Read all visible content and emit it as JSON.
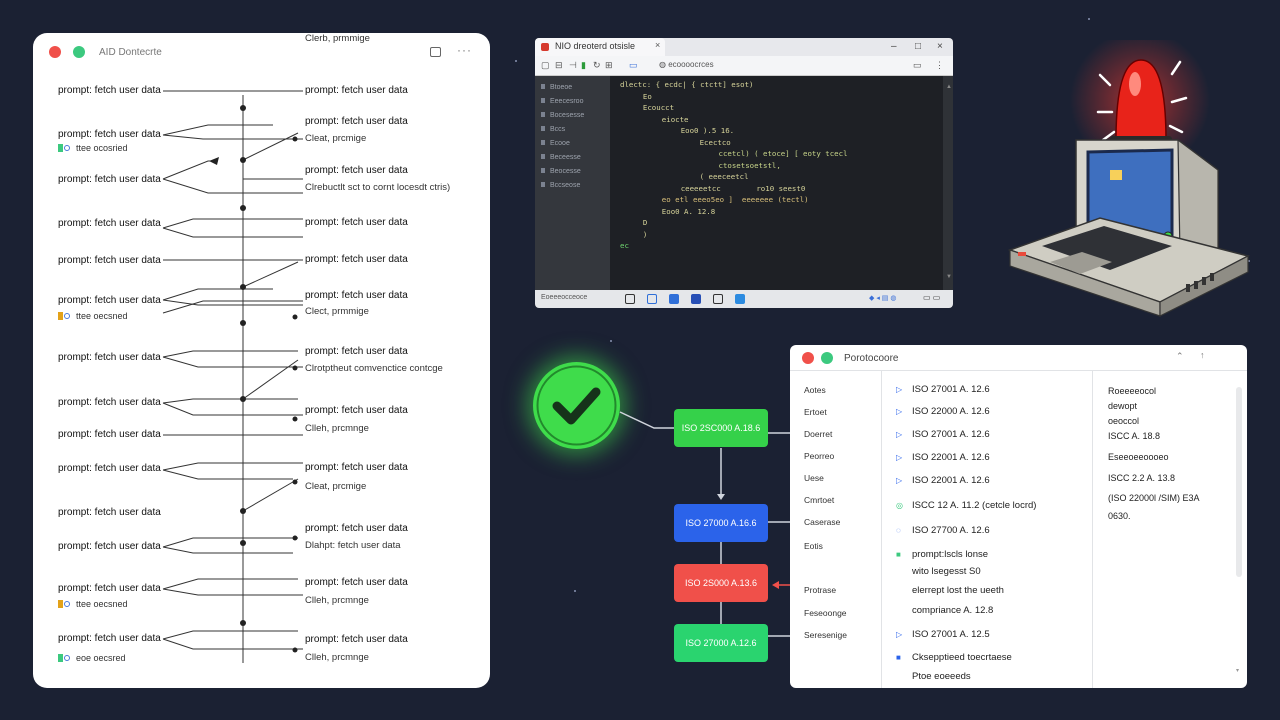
{
  "trace_window": {
    "title": "AID Dontecrte",
    "colors": {
      "close": "#f0504a",
      "mini": "#3cc97f"
    },
    "rows": [
      {
        "left": "prompt: fetch user data",
        "right": "prompt: fetch user data",
        "sub": "",
        "badge": ""
      },
      {
        "left": "prompt: fetch user data",
        "right": "prompt: fetch user data",
        "sub": "Cleat, prcmige",
        "badge": "ttee ocosried"
      },
      {
        "left": "prompt: fetch user data",
        "right": "prompt: fetch user data",
        "sub": "Clrebuctlt sct to cornt locesdt ctris)",
        "badge": ""
      },
      {
        "left": "prompt: fetch user data",
        "right": "prompt: fetch user data",
        "sub": "Clerb, prmmige",
        "badge": ""
      },
      {
        "left": "prompt: fetch user data",
        "right": "prompt: fetch user data",
        "sub": "",
        "badge": ""
      },
      {
        "left": "prompt: fetch user data",
        "right": "prompt: fetch user data",
        "sub": "Clect, prmmige",
        "badge": "ttee oecsned"
      },
      {
        "left": "prompt: fetch user data",
        "right": "prompt: fetch user data",
        "sub": "Clrotptheut comvenctice contcge",
        "badge": ""
      },
      {
        "left": "prompt: fetch user data",
        "right": "prompt: fetch user data",
        "sub": "Clleh, prcmnge",
        "badge": ""
      },
      {
        "left": "prompt: fetch user data",
        "right": "",
        "sub": "",
        "badge": ""
      },
      {
        "left": "prompt: fetch user data",
        "right": "prompt: fetch user data",
        "sub": "Cleat, prcmige",
        "badge": ""
      },
      {
        "left": "prompt: fetch user data",
        "right": "",
        "sub": "",
        "badge": ""
      },
      {
        "left": "prompt: fetch user data",
        "right": "prompt: fetch user data",
        "sub": "Dlahpt: fetch user data",
        "badge": ""
      },
      {
        "left": "prompt: fetch user data",
        "right": "prompt: fetch user data",
        "sub": "Clleh, prcmnge",
        "badge": "ttee oecsned"
      },
      {
        "left": "prompt: fetch user data",
        "right": "prompt: fetch user data",
        "sub": "Clleh, prcmnge",
        "badge": "eoe oecsred"
      }
    ]
  },
  "editor_window": {
    "tab_label": "NIO dreoterd otsisle",
    "url": "ecoooocrces",
    "sidebar": [
      "Btoeoe",
      "Eeecesroo",
      "Bocesesse",
      "Bccs",
      "Ecooe",
      "Beceesse",
      "Beocesse",
      "Bccseose"
    ],
    "code": [
      "dlectc: { ecdc| { ctctt] esot)",
      "  Eo",
      "  Ecoucct",
      "    eiocte",
      "      Eoo0 ).5 16.",
      "        Ecectco",
      "          ccetcl) ( etoce] [ eoty tcecl",
      "          ctosetsoetstl,",
      "        ( eeeceetcl",
      "      ceeeeetcc        ro10 seest0",
      "    eo etl eeeo5eo ]  eeeeeee (tectl)",
      "    Eoo0 A. 12.8",
      "  D",
      "  )",
      "ec"
    ],
    "taskbar_label": "Eoeeeocceoce"
  },
  "flow": {
    "boxes": [
      {
        "label": "ISO 2SC000 A.18.6",
        "color": "#35d14a"
      },
      {
        "label": "ISO 27000 A.16.6",
        "color": "#2b63ea"
      },
      {
        "label": "ISO 2S000 A.13.6",
        "color": "#f0504a"
      },
      {
        "label": "ISO 27000 A.12.6",
        "color": "#2ad46f"
      }
    ]
  },
  "controls_window": {
    "title": "Porotocoore",
    "colors": {
      "close": "#f0504a",
      "mini": "#3cc97f",
      "accent": "#2b63ea"
    },
    "nav": [
      "Aotes",
      "Ertoet",
      "Doerret",
      "Peorreo",
      "Uese",
      "Cmrtoet",
      "Caserase",
      "Eotis",
      "Protrase",
      "Feseoonge",
      "Seresenige"
    ],
    "rows": [
      {
        "marker": "tri",
        "text": "ISO 27001 A. 12.6"
      },
      {
        "marker": "tri",
        "text": "ISO 22000 A. 12.6"
      },
      {
        "marker": "tri",
        "text": "ISO 27001 A. 12.6"
      },
      {
        "marker": "tri",
        "text": "ISO 22001 A. 12.6"
      },
      {
        "marker": "tri",
        "text": "ISO 22001 A. 12.6"
      },
      {
        "marker": "circ-g",
        "text": "ISCC 12 A. 11.2 (cetcle locrd)"
      },
      {
        "marker": "circ-b",
        "text": "ISO 27700 A. 12.6"
      },
      {
        "marker": "sq-g",
        "text": "prompt:lscls lonse"
      },
      {
        "marker": "",
        "text": "wito lsegesst S0"
      },
      {
        "marker": "",
        "text": "elerrept lost the ueeth"
      },
      {
        "marker": "",
        "text": "compriance A. 12.8"
      },
      {
        "marker": "tri",
        "text": "ISO 27001 A. 12.5"
      },
      {
        "marker": "sq-b",
        "text": "Cksepptieed toecrtaese"
      },
      {
        "marker": "",
        "text": "Ptoe eoeeeds"
      }
    ],
    "details": [
      "Roeeeeocol",
      "dewopt",
      "oeoccol",
      "ISCC A. 18.8",
      "Eseeoeeoooeo",
      "ISCC 2.2 A. 13.8",
      "(ISO 22000l /SIM) E3A",
      "0630."
    ]
  }
}
